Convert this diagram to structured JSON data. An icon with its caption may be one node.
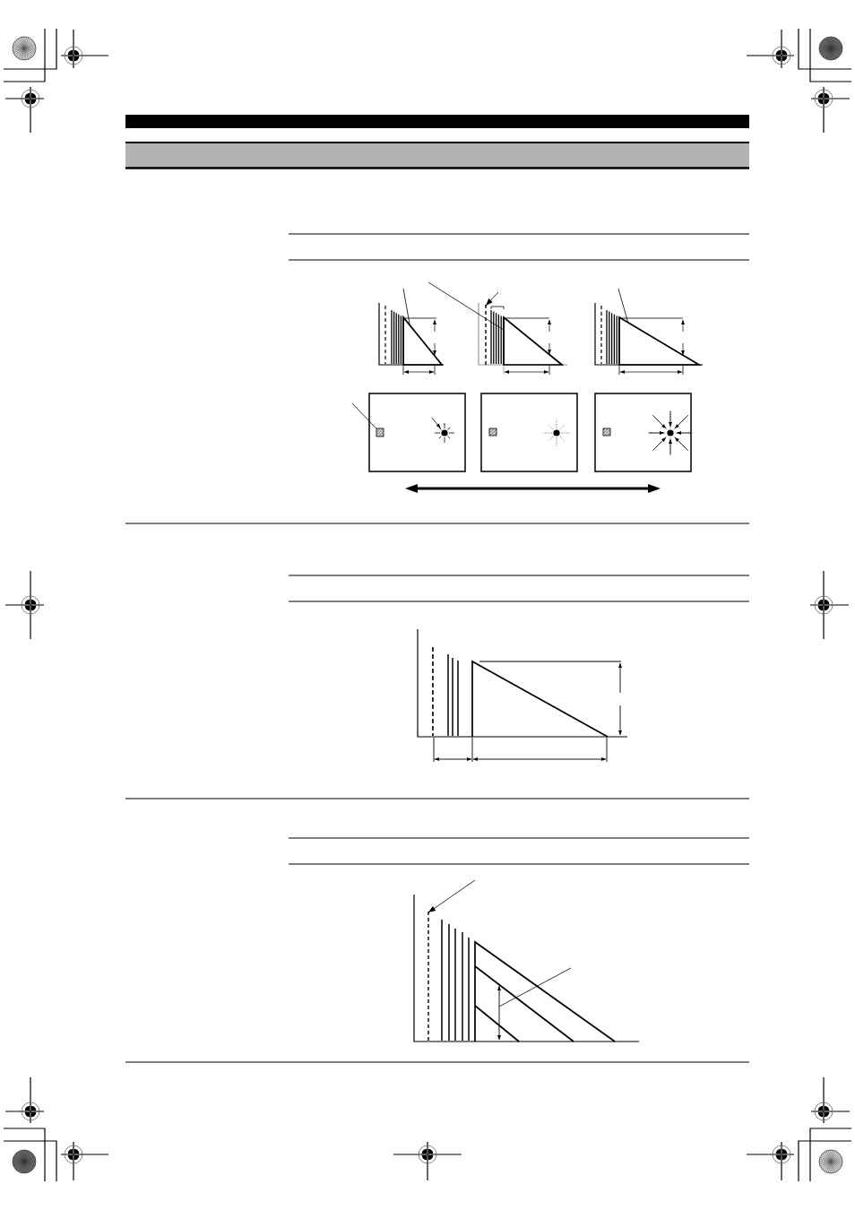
{
  "diagram": {
    "nodes": [
      {
        "text": [],
        "shape": "triangle"
      },
      {
        "text": [],
        "shape": "line"
      },
      {
        "text": [],
        "shape": "triangle"
      },
      {
        "text": [],
        "shape": "triangle"
      },
      {
        "text": [],
        "shape": "box"
      },
      {
        "text": [],
        "shape": "line"
      },
      {
        "text": [],
        "shape": "arrow"
      }
    ],
    "edges": [
      {
        "from": null,
        "to": 0,
        "arrow": "none"
      },
      {
        "from": null,
        "to": 2,
        "arrow": "none"
      },
      {
        "from": null,
        "to": 1,
        "arrow": "to"
      },
      {
        "from": null,
        "to": 3,
        "arrow": "none"
      },
      {
        "from": null,
        "to": 4,
        "arrow": "none"
      },
      {
        "from": null,
        "to": 5,
        "arrow": "to"
      },
      {
        "from": null,
        "to": 6,
        "arrow": "none"
      }
    ]
  }
}
